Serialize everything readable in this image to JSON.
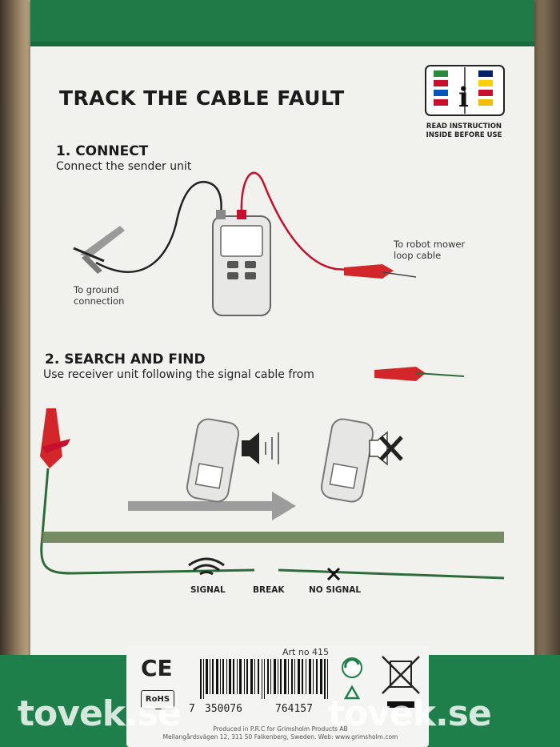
{
  "title": "TRACK THE CABLE FAULT",
  "manual_notice": {
    "line1": "READ INSTRUCTION",
    "line2": "INSIDE BEFORE USE"
  },
  "step1": {
    "heading": "1. CONNECT",
    "text": "Connect the sender unit",
    "ground_label_1": "To ground",
    "ground_label_2": "connection",
    "mower_label_1": "To robot mower",
    "mower_label_2": "loop cable"
  },
  "step2": {
    "heading": "2. SEARCH AND FIND",
    "text": "Use receiver unit following the signal cable from",
    "labels": {
      "signal": "SIGNAL",
      "break": "BREAK",
      "no_signal": "NO SIGNAL"
    }
  },
  "footer": {
    "art_no": "Art no 415",
    "ce": "CE",
    "rohs": "RoHS",
    "barcode_first": "7",
    "barcode_left": "350076",
    "barcode_right": "764157",
    "produced_line1": "Produced in P.R.C for Grimsholm Products AB",
    "produced_line2": "Mellangårdsvägen 12, 311 50 Falkenberg, Sweden. Web: www.grimsholm.com"
  },
  "watermark": {
    "left": "tovek.se",
    "right": "tovek.se"
  },
  "colors": {
    "brand_green": "#1e7f4a",
    "clip_red": "#d3262b",
    "cable_green": "#2e6b3a"
  }
}
